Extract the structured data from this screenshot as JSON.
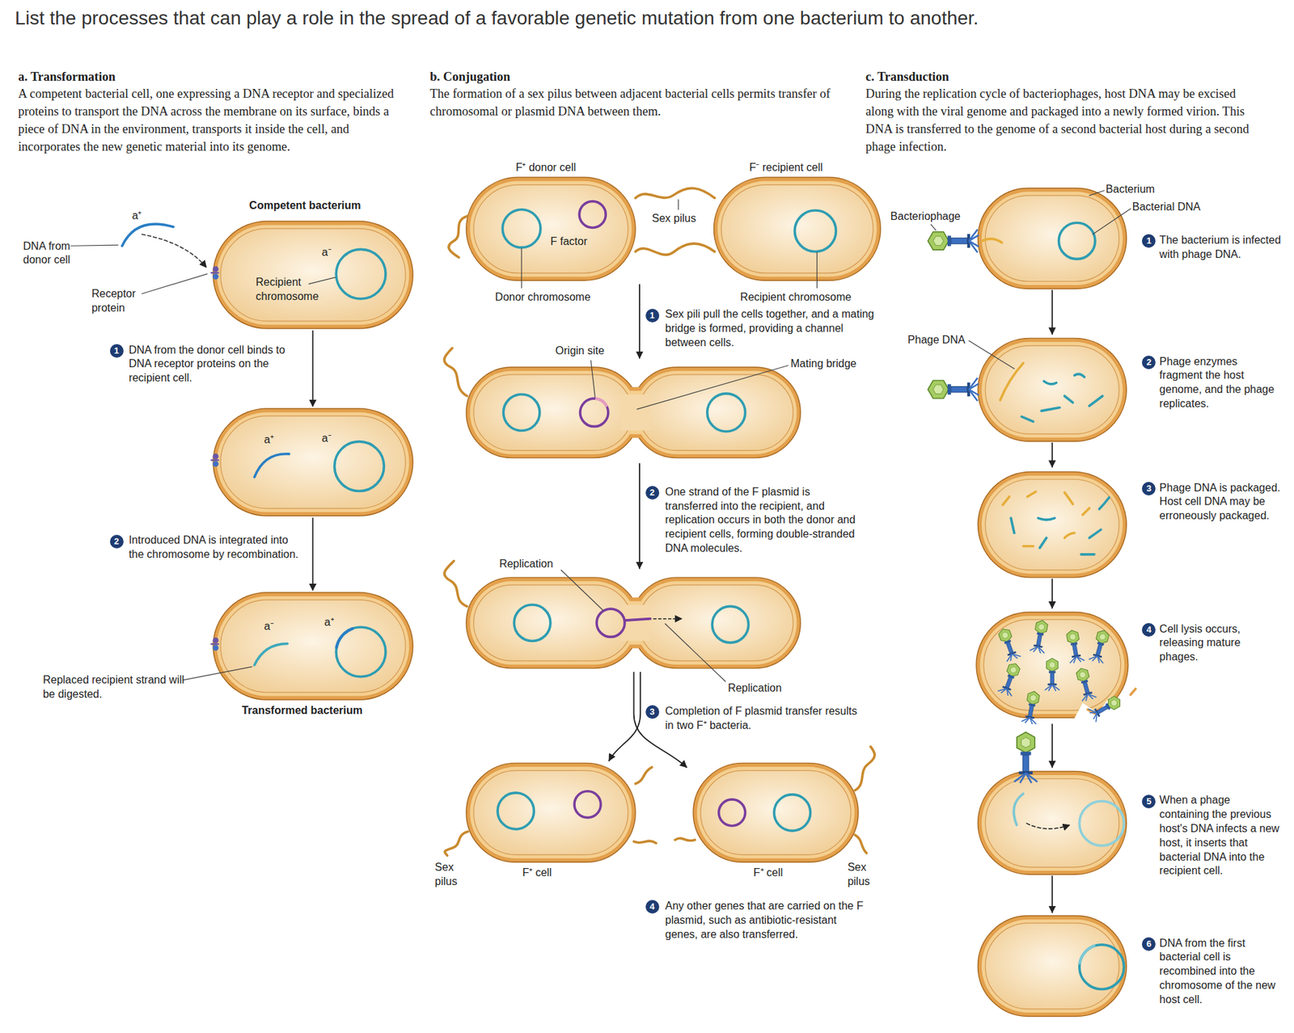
{
  "diagram": {
    "title": "List the processes that can play a role in the spread of a favorable genetic mutation from one bacterium to another.",
    "nodes": [
      {
        "text": [
          "Competent bacterium",
          "a⁻",
          "Recipient chromosome"
        ]
      },
      {
        "text": [
          "a⁺",
          "a⁻"
        ]
      },
      {
        "text": [
          "a⁻",
          "a⁺",
          "Transformed bacterium"
        ]
      }
    ],
    "edges": [
      {
        "from": 0,
        "to": 1,
        "arrow": "to"
      },
      {
        "from": 1,
        "to": 2,
        "arrow": "to"
      }
    ],
    "labels": [
      "a. Transformation",
      "A competent bacterial cell, one expressing a DNA receptor and specialized proteins to transport the DNA across the membrane on its surface, binds a piece of DNA in the environment, transports it inside the cell, and incorporates the new genetic material into its genome.",
      "b. Conjugation",
      "The formation of a sex pilus between adjacent bacterial cells permits transfer of chromosomal or plasmid DNA between them.",
      "c. Transduction",
      "During the replication cycle of bacteriophages, host DNA may be excised along with the viral genome and packaged into a newly formed virion. This DNA is transferred to the genome of a second bacterial host during a second phage infection.",
      "a⁺",
      "DNA from donor cell",
      "Receptor protein",
      "1",
      "DNA from the donor cell binds to DNA receptor proteins on the recipient cell.",
      "2",
      "Introduced DNA is integrated into the chromosome by recombination.",
      "Replaced recipient strand will be digested.",
      "F⁺ donor cell",
      "F⁻ recipient cell",
      "Sex pilus",
      "F factor",
      "Donor chromosome",
      "Recipient chromosome",
      "1",
      "Sex pili pull the cells together, and a mating bridge is formed, providing a channel between cells.",
      "Origin site",
      "Mating bridge",
      "2",
      "One strand of the F plasmid is transferred into the recipient, and replication occurs in both the donor and recipient cells, forming double-stranded DNA molecules.",
      "Replication",
      "Replication",
      "3",
      "Completion of F plasmid transfer results in two F⁺ bacteria.",
      "Sex pilus",
      "F⁺ cell",
      "F⁺ cell",
      "Sex pilus",
      "4",
      "Any other genes that are carried on the F plasmid, such as antibiotic-resistant genes, are also transferred.",
      "Bacteriophage",
      "Bacterium",
      "Bacterial DNA",
      "1",
      "The bacterium is infected with phage DNA.",
      "Phage DNA",
      "2",
      "Phage enzymes fragment the host genome, and the phage replicates.",
      "3",
      "Phage DNA is packaged. Host cell DNA may be erroneously packaged.",
      "4",
      "Cell lysis occurs, releasing mature phages.",
      "5",
      "When a phage containing the previous host's DNA infects a new host, it inserts that bacterial DNA into the recipient cell.",
      "6",
      "DNA from the first bacterial cell is recombined into the chromosome of the new host cell."
    ]
  }
}
